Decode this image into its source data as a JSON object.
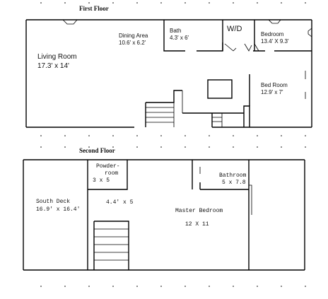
{
  "first_floor": {
    "title": "First Floor",
    "rooms": {
      "living_room": {
        "name": "Living Room",
        "size": "17.3' x 14'"
      },
      "dining_area": {
        "name": "Dining Area",
        "size": "10.6' x 6.2'"
      },
      "bath": {
        "name": "Bath",
        "size": "4.3' x 6'"
      },
      "washer_dryer": {
        "name": "W/D"
      },
      "bedroom": {
        "name": "Bedroom",
        "size": "13.4' X 9.3'"
      },
      "bed_room": {
        "name": "Bed Room",
        "size": "12.9' x 7'"
      }
    }
  },
  "second_floor": {
    "title": "Second Floor",
    "rooms": {
      "south_deck": {
        "name": "South Deck",
        "size": "16.9' x 16.4'"
      },
      "powder_room": {
        "name_line1": "Powder-",
        "name_line2": "room",
        "size": "3 x 5"
      },
      "hall": {
        "size": "4.4' x 5"
      },
      "master_bedroom": {
        "name": "Master Bedroom",
        "size": "12  X 11"
      },
      "bathroom": {
        "name": "Bathroom",
        "size": "5 x 7.8"
      }
    }
  }
}
